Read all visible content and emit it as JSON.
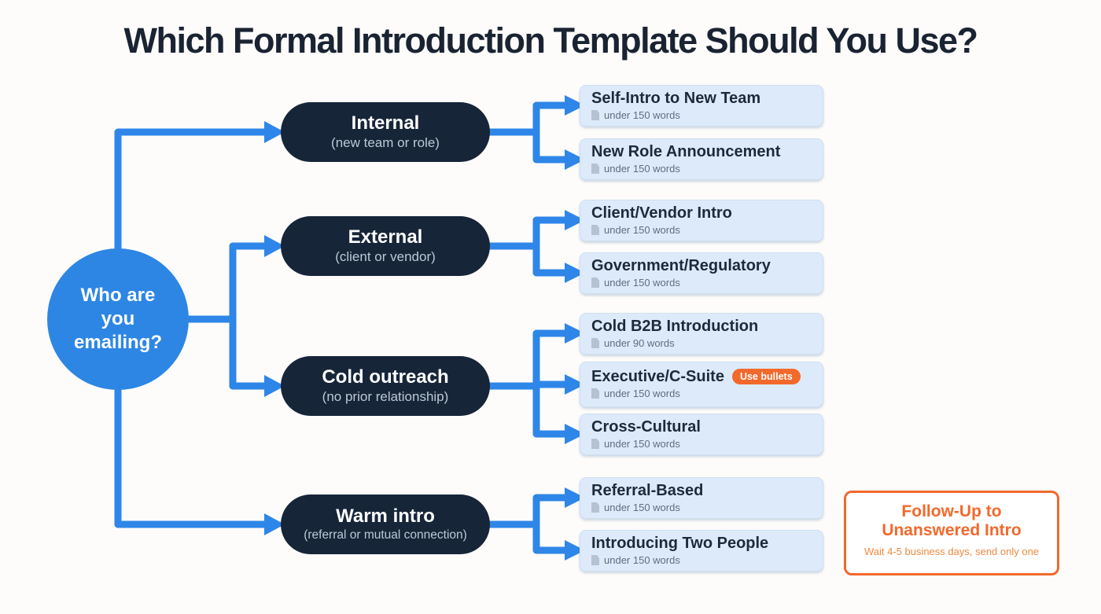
{
  "title": "Which Formal Introduction Template Should You Use?",
  "root": {
    "label": "Who are you emailing?"
  },
  "branches": [
    {
      "title": "Internal",
      "subtitle": "(new team or role)",
      "cards": [
        {
          "title": "Self-Intro to New Team",
          "meta": "under 150 words"
        },
        {
          "title": "New Role Announcement",
          "meta": "under 150 words"
        }
      ]
    },
    {
      "title": "External",
      "subtitle": "(client or vendor)",
      "cards": [
        {
          "title": "Client/Vendor Intro",
          "meta": "under 150 words"
        },
        {
          "title": "Government/Regulatory",
          "meta": "under 150 words"
        }
      ]
    },
    {
      "title": "Cold outreach",
      "subtitle": "(no prior relationship)",
      "cards": [
        {
          "title": "Cold B2B Introduction",
          "meta": "under 90 words"
        },
        {
          "title": "Executive/C-Suite",
          "meta": "under 150 words",
          "badge": "Use bullets"
        },
        {
          "title": "Cross-Cultural",
          "meta": "under 150 words"
        }
      ]
    },
    {
      "title": "Warm intro",
      "subtitle": "(referral or mutual connection)",
      "cards": [
        {
          "title": "Referral-Based",
          "meta": "under 150 words"
        },
        {
          "title": "Introducing Two People",
          "meta": "under 150 words"
        }
      ]
    }
  ],
  "followup": {
    "title": "Follow-Up to Unanswered Intro",
    "note": "Wait 4-5 business days, send only one"
  },
  "colors": {
    "accent": "#2e86e8",
    "node_bg": "#172539",
    "card_bg": "#ddeafa",
    "badge_bg": "#f2692c",
    "followup_accent": "#f2692c"
  }
}
